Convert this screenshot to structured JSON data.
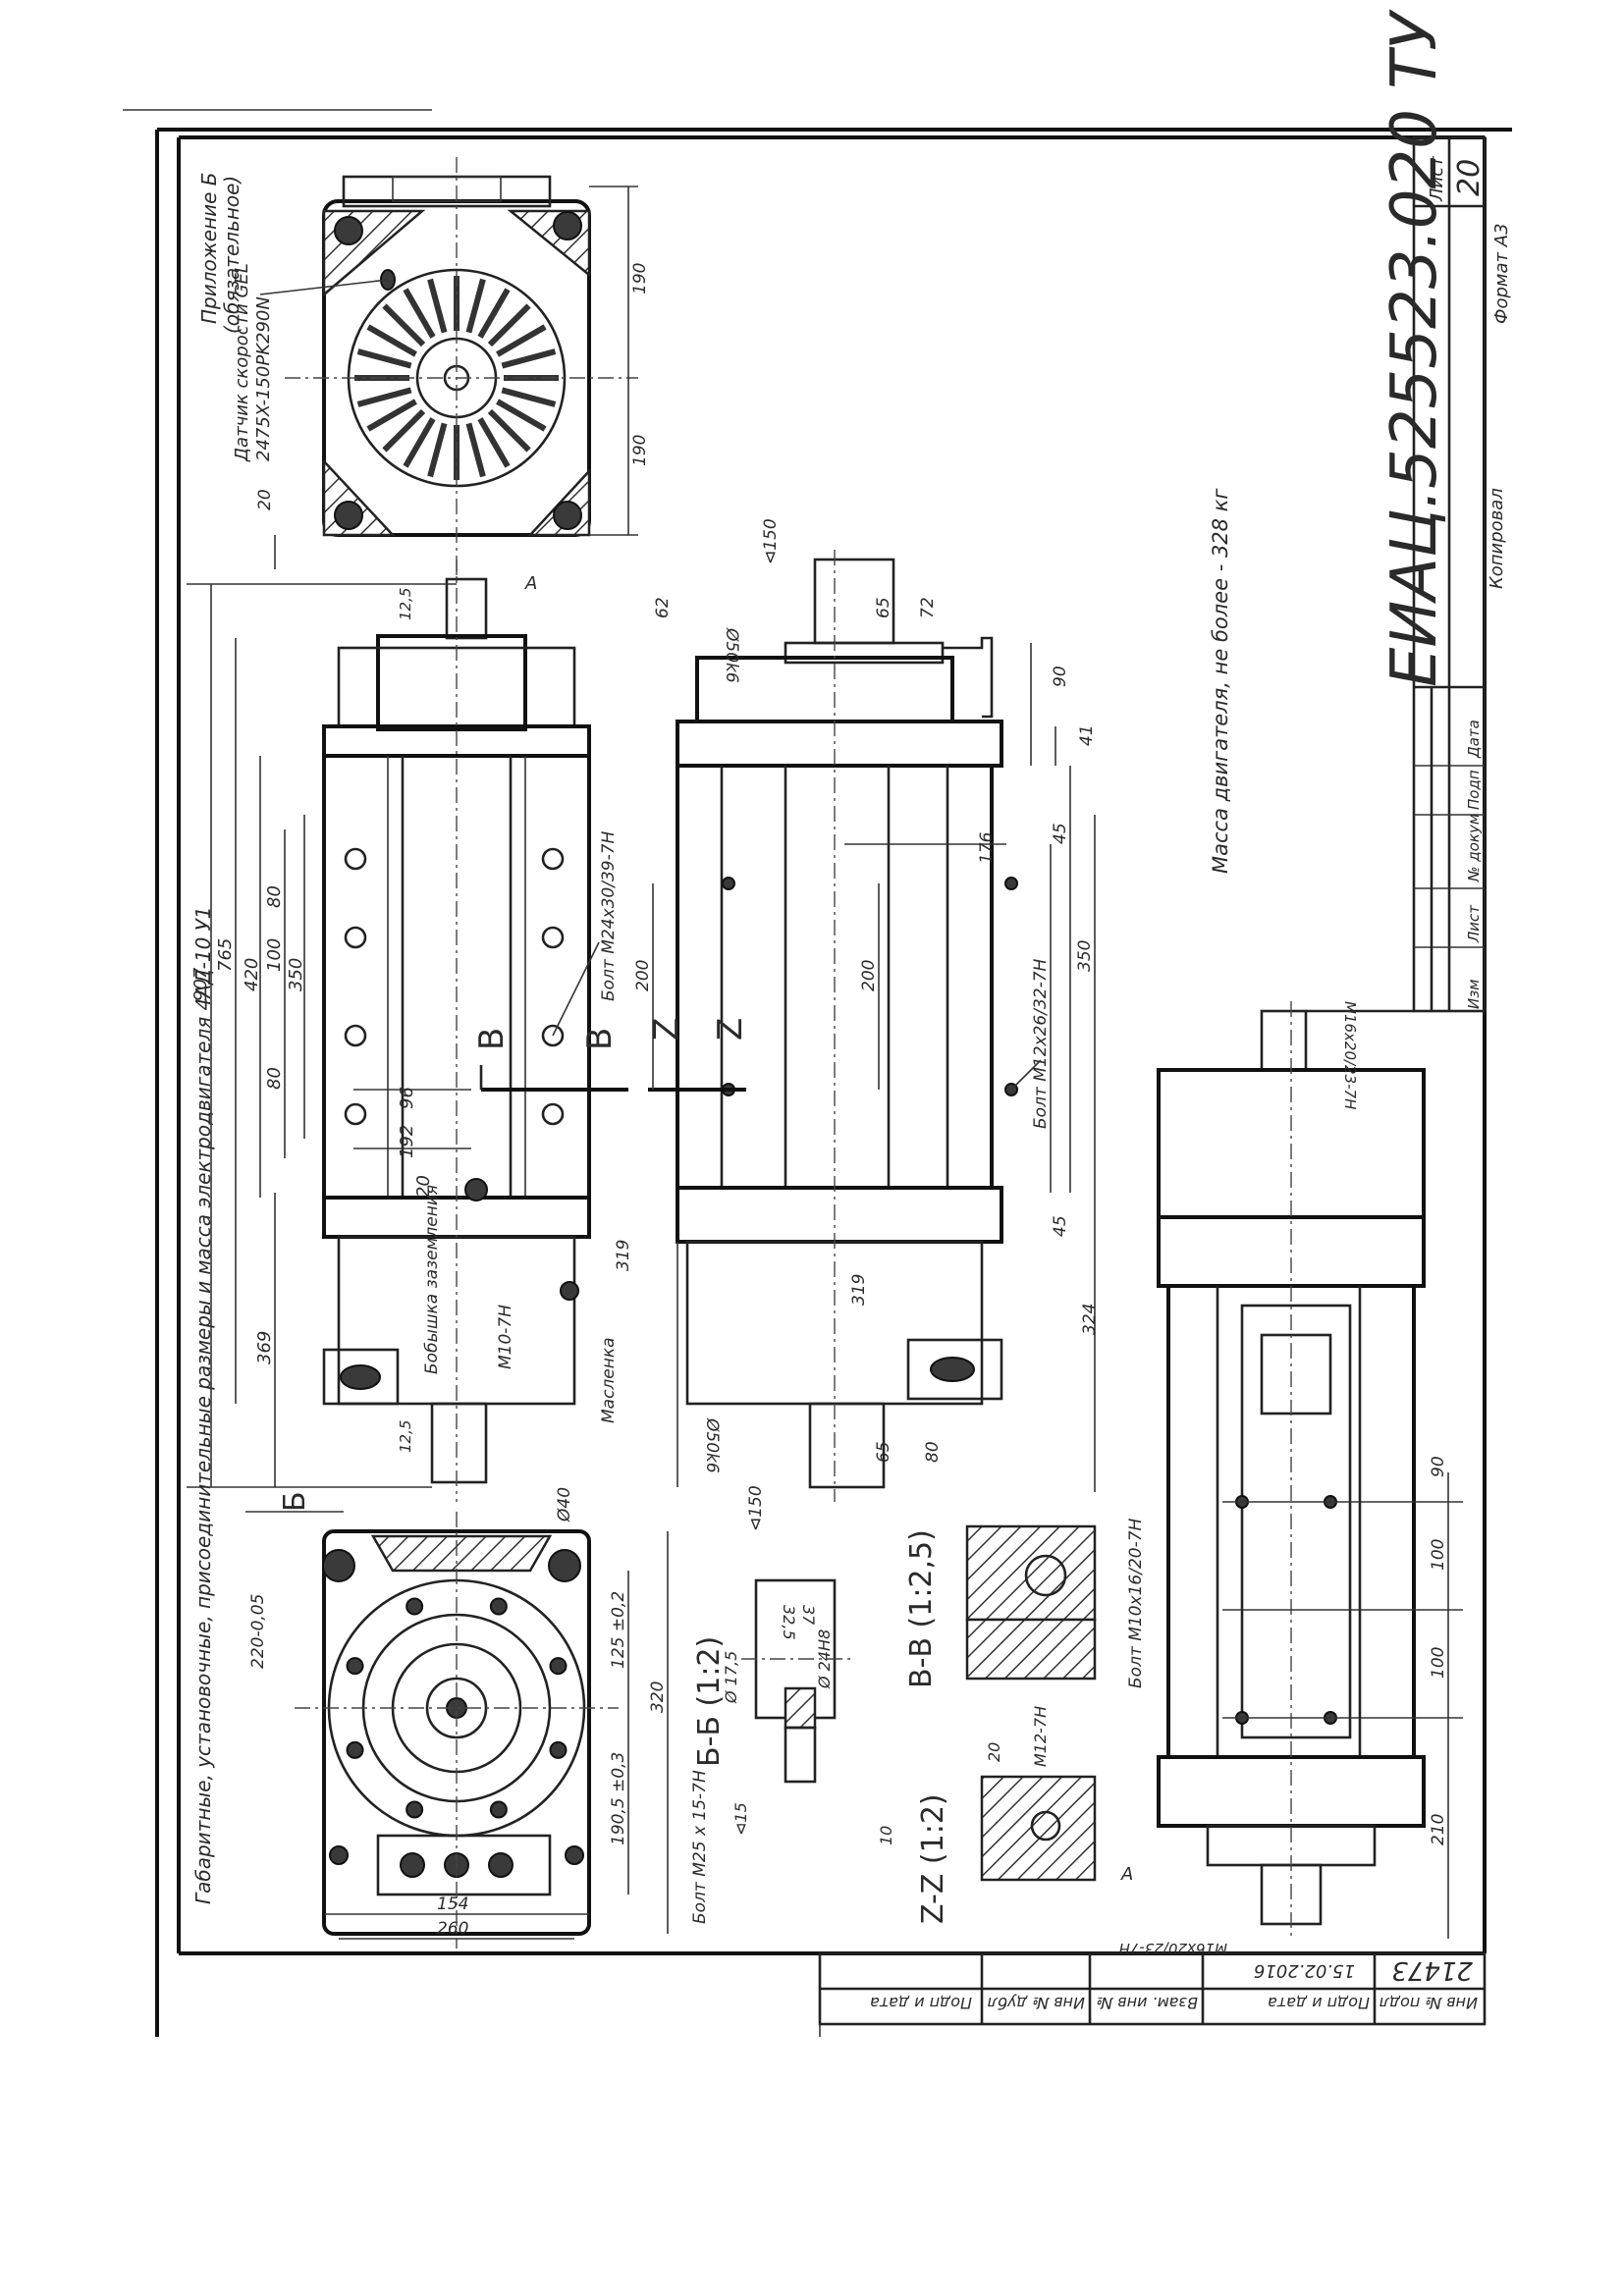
{
  "title_block": {
    "designation": "ЕИАЦ.525523.020 ТУ",
    "sheet_label": "Лист",
    "sheet_number": "20",
    "format": "Формат А3",
    "copied": "Копировал",
    "col_izm": "Изм",
    "col_list": "Лист",
    "col_doc": "№ докум",
    "col_sign": "Подп",
    "col_date": "Дата"
  },
  "appendix": {
    "line1": "Приложение Б",
    "line2": "(обязательное)"
  },
  "drawing_title": "Габаритные, установочные, присоединительные размеры и масса электродвигателя 4АД-10 У1",
  "mass_note": "Масса двигателя, не более - 328 кг",
  "labels": {
    "speed_sensor_1": "Датчик скорости GEL",
    "speed_sensor_2": "2475X-150PK290N",
    "bolt_m24": "Болт М24х30/39-7Н",
    "bolt_m12": "Болт М12х26/32-7Н",
    "bolt_m10": "Болт М10х16/20-7Н",
    "bolt_m25": "Болт М25 х 15-7Н",
    "ground": "Бобышка заземления",
    "oiler": "Масленка",
    "thread_m10": "М10-7Н",
    "thread_m12": "М12-7Н",
    "thread_m16_a": "М16х20/23-7Н",
    "thread_m16_b": "М16х20/23-7Н",
    "view_a": "А",
    "view_a2": "А"
  },
  "sections": {
    "bb": "Б-Б (1:2)",
    "vv": "В-В (1:2,5)",
    "zz": "Z-Z (1:2)",
    "mark_b": "Б",
    "mark_v1": "В",
    "mark_v2": "В",
    "mark_z1": "Z",
    "mark_z2": "Z"
  },
  "dims": {
    "d907": "907",
    "d765": "765",
    "d420": "420",
    "d369": "369",
    "d350": "350",
    "d100": "100",
    "d80a": "80",
    "d80b": "80",
    "d96": "96",
    "d192": "192",
    "d20": "20",
    "d200a": "200",
    "d200b": "200",
    "d319a": "319",
    "d319b": "319",
    "d324": "324",
    "d176": "176",
    "d45a": "45",
    "d45b": "45",
    "d41": "41",
    "d90": "90",
    "d72": "72",
    "d65a": "65",
    "d65b": "65",
    "d80c": "80",
    "d62": "62",
    "phi50_top": "Ø50k6",
    "phi50_bot": "Ø50k6",
    "phi150_top": "⊲150",
    "phi150_bot": "⊲150",
    "d190a": "190",
    "d190b": "190",
    "d20b": "20",
    "d260": "260",
    "d154": "154",
    "d320": "320",
    "d125": "125 ±0,2",
    "d1905": "190,5 ±0,3",
    "d220": "220-0,05",
    "phi40": "Ø40",
    "phi175": "Ø 17,5",
    "d37": "37",
    "d325": "32,5",
    "phi24": "Ø 24Н8",
    "d15": "⊲15",
    "d10": "10",
    "d20c": "20",
    "d90b": "90",
    "d100b": "100",
    "d100c": "100",
    "d210": "210",
    "rough1": "12,5",
    "rough2": "12,5"
  },
  "archive": {
    "inv_orig": "Инв № подл",
    "orig_number": "21473",
    "sign_date": "Подп и дата",
    "sign_value": "15.02.2016",
    "ref_inv": "Взам. инв №",
    "dup_inv": "Инв № дубл",
    "sign_date2": "Подп и дата"
  }
}
